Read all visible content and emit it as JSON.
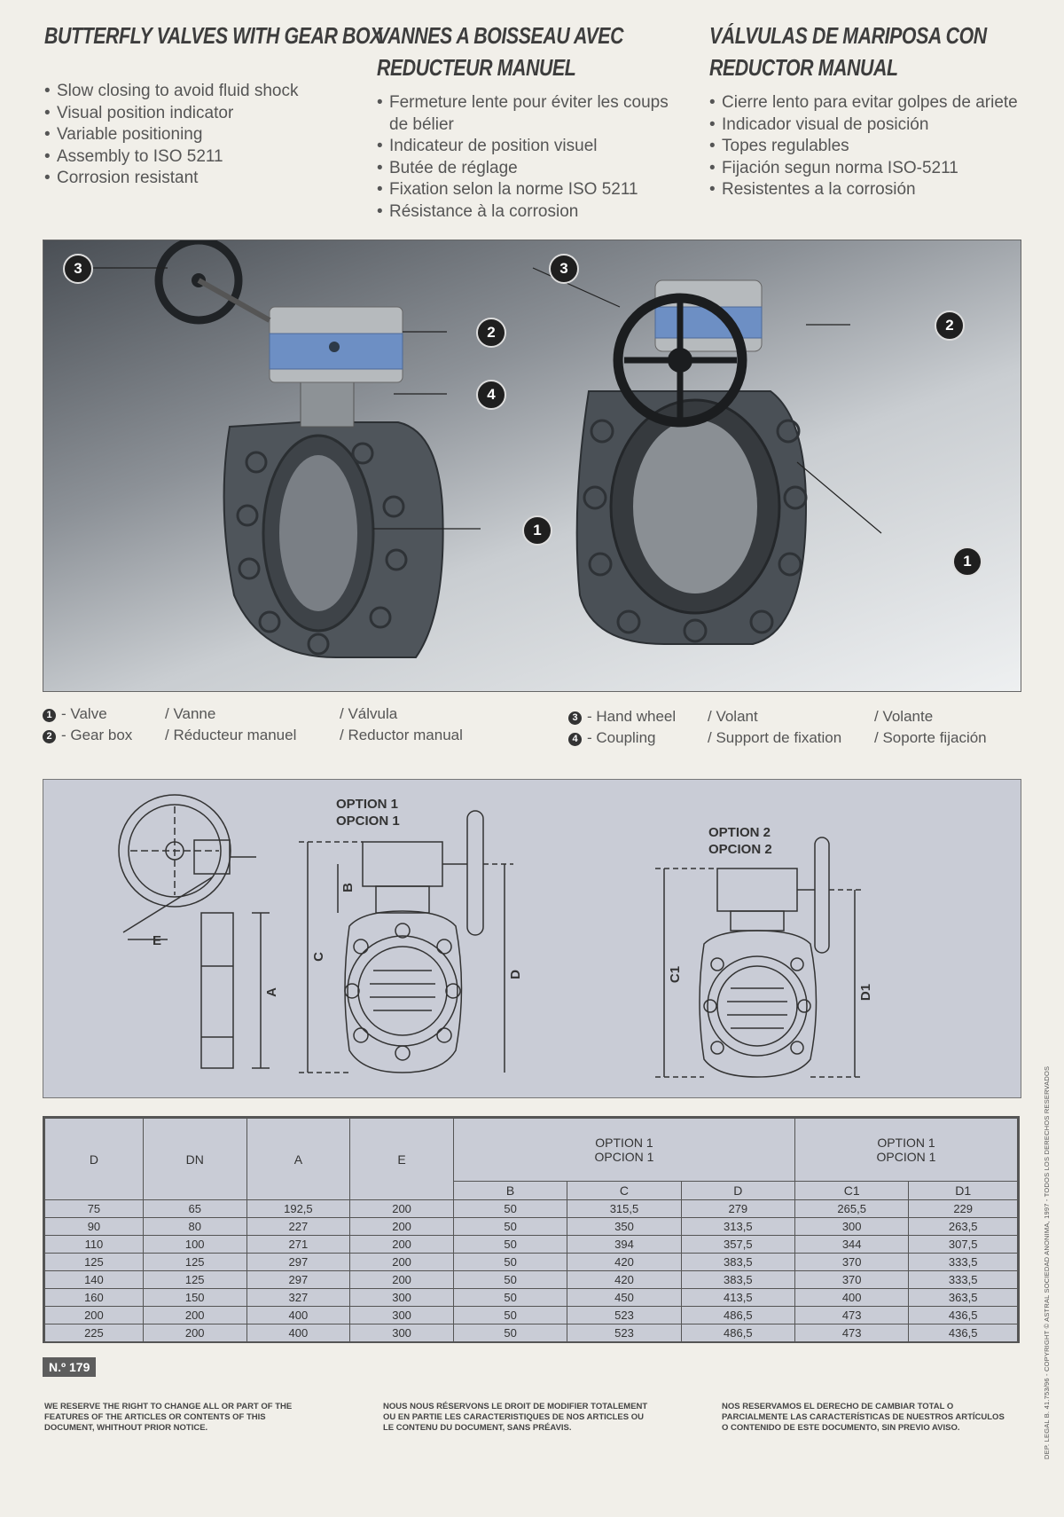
{
  "columns": [
    {
      "title_lines": [
        "BUTTERFLY VALVES WITH GEAR BOX"
      ],
      "bullets": [
        "Slow closing to avoid fluid shock",
        "Visual position indicator",
        "Variable positioning",
        "Assembly to ISO 5211",
        "Corrosion resistant"
      ]
    },
    {
      "title_lines": [
        "VANNES A BOISSEAU AVEC",
        "REDUCTEUR MANUEL"
      ],
      "bullets": [
        "Fermeture lente pour éviter les coups de bélier",
        "Indicateur de position visuel",
        "Butée de réglage",
        "Fixation selon la norme ISO 5211",
        "Résistance à la corrosion"
      ]
    },
    {
      "title_lines": [
        "VÁLVULAS DE MARIPOSA CON",
        "REDUCTOR MANUAL"
      ],
      "bullets": [
        "Cierre lento para evitar golpes de ariete",
        "Indicador visual de posición",
        "Topes regulables",
        "Fijación segun norma ISO-5211",
        "Resistentes a la corrosión"
      ]
    }
  ],
  "callouts": {
    "c1": "1",
    "c2": "2",
    "c3": "3",
    "c4": "4"
  },
  "legend": [
    {
      "num": "1",
      "en": "- Valve",
      "fr": "/ Vanne",
      "es": "/ Válvula"
    },
    {
      "num": "2",
      "en": "- Gear box",
      "fr": "/ Réducteur manuel",
      "es": "/ Reductor manual"
    },
    {
      "num": "3",
      "en": "- Hand wheel",
      "fr": "/ Volant",
      "es": "/ Volante"
    },
    {
      "num": "4",
      "en": "- Coupling",
      "fr": "/ Support de fixation",
      "es": "/ Soporte fijación"
    }
  ],
  "drawing": {
    "option1": [
      "OPTION 1",
      "OPCION 1"
    ],
    "option2": [
      "OPTION 2",
      "OPCION 2"
    ],
    "dims": {
      "E": "E",
      "A": "A",
      "C": "C",
      "B": "B",
      "D": "D",
      "C1": "C1",
      "D1": "D1"
    }
  },
  "table": {
    "headers": {
      "D": "D",
      "DN": "DN",
      "A": "A",
      "E": "E",
      "group1": [
        "OPTION 1",
        "OPCION 1"
      ],
      "group2": [
        "OPTION 1",
        "OPCION 1"
      ],
      "B": "B",
      "C": "C",
      "Dsub": "D",
      "C1": "C1",
      "D1": "D1"
    },
    "rows": [
      [
        "75",
        "65",
        "192,5",
        "200",
        "50",
        "315,5",
        "279",
        "265,5",
        "229"
      ],
      [
        "90",
        "80",
        "227",
        "200",
        "50",
        "350",
        "313,5",
        "300",
        "263,5"
      ],
      [
        "110",
        "100",
        "271",
        "200",
        "50",
        "394",
        "357,5",
        "344",
        "307,5"
      ],
      [
        "125",
        "125",
        "297",
        "200",
        "50",
        "420",
        "383,5",
        "370",
        "333,5"
      ],
      [
        "140",
        "125",
        "297",
        "200",
        "50",
        "420",
        "383,5",
        "370",
        "333,5"
      ],
      [
        "160",
        "150",
        "327",
        "300",
        "50",
        "450",
        "413,5",
        "400",
        "363,5"
      ],
      [
        "200",
        "200",
        "400",
        "300",
        "50",
        "523",
        "486,5",
        "473",
        "436,5"
      ],
      [
        "225",
        "200",
        "400",
        "300",
        "50",
        "523",
        "486,5",
        "473",
        "436,5"
      ]
    ]
  },
  "badge": "N.º 179",
  "footer": {
    "en": [
      "WE RESERVE THE RIGHT TO CHANGE ALL OR PART OF THE",
      "FEATURES OF THE ARTICLES OR CONTENTS OF THIS",
      "DOCUMENT, WHITHOUT PRIOR NOTICE."
    ],
    "fr": [
      "NOUS NOUS RÉSERVONS LE DROIT DE MODIFIER TOTALEMENT",
      "OU EN PARTIE LES CARACTERISTIQUES DE NOS ARTICLES OU",
      "LE CONTENU DU DOCUMENT, SANS PRÉAVIS."
    ],
    "es": [
      "NOS RESERVAMOS EL DERECHO DE CAMBIAR TOTAL O",
      "PARCIALMENTE LAS CARACTERÍSTICAS DE NUESTROS ARTÍCULOS",
      "O CONTENIDO DE ESTE DOCUMENTO, SIN PREVIO AVISO."
    ]
  },
  "side_text": "DEP. LEGAL B. 41.753/96 - COPYRIGHT © ASTRAL SOCIEDAD ANONIMA, 1997 - TODOS LOS DERECHOS RESERVADOS"
}
